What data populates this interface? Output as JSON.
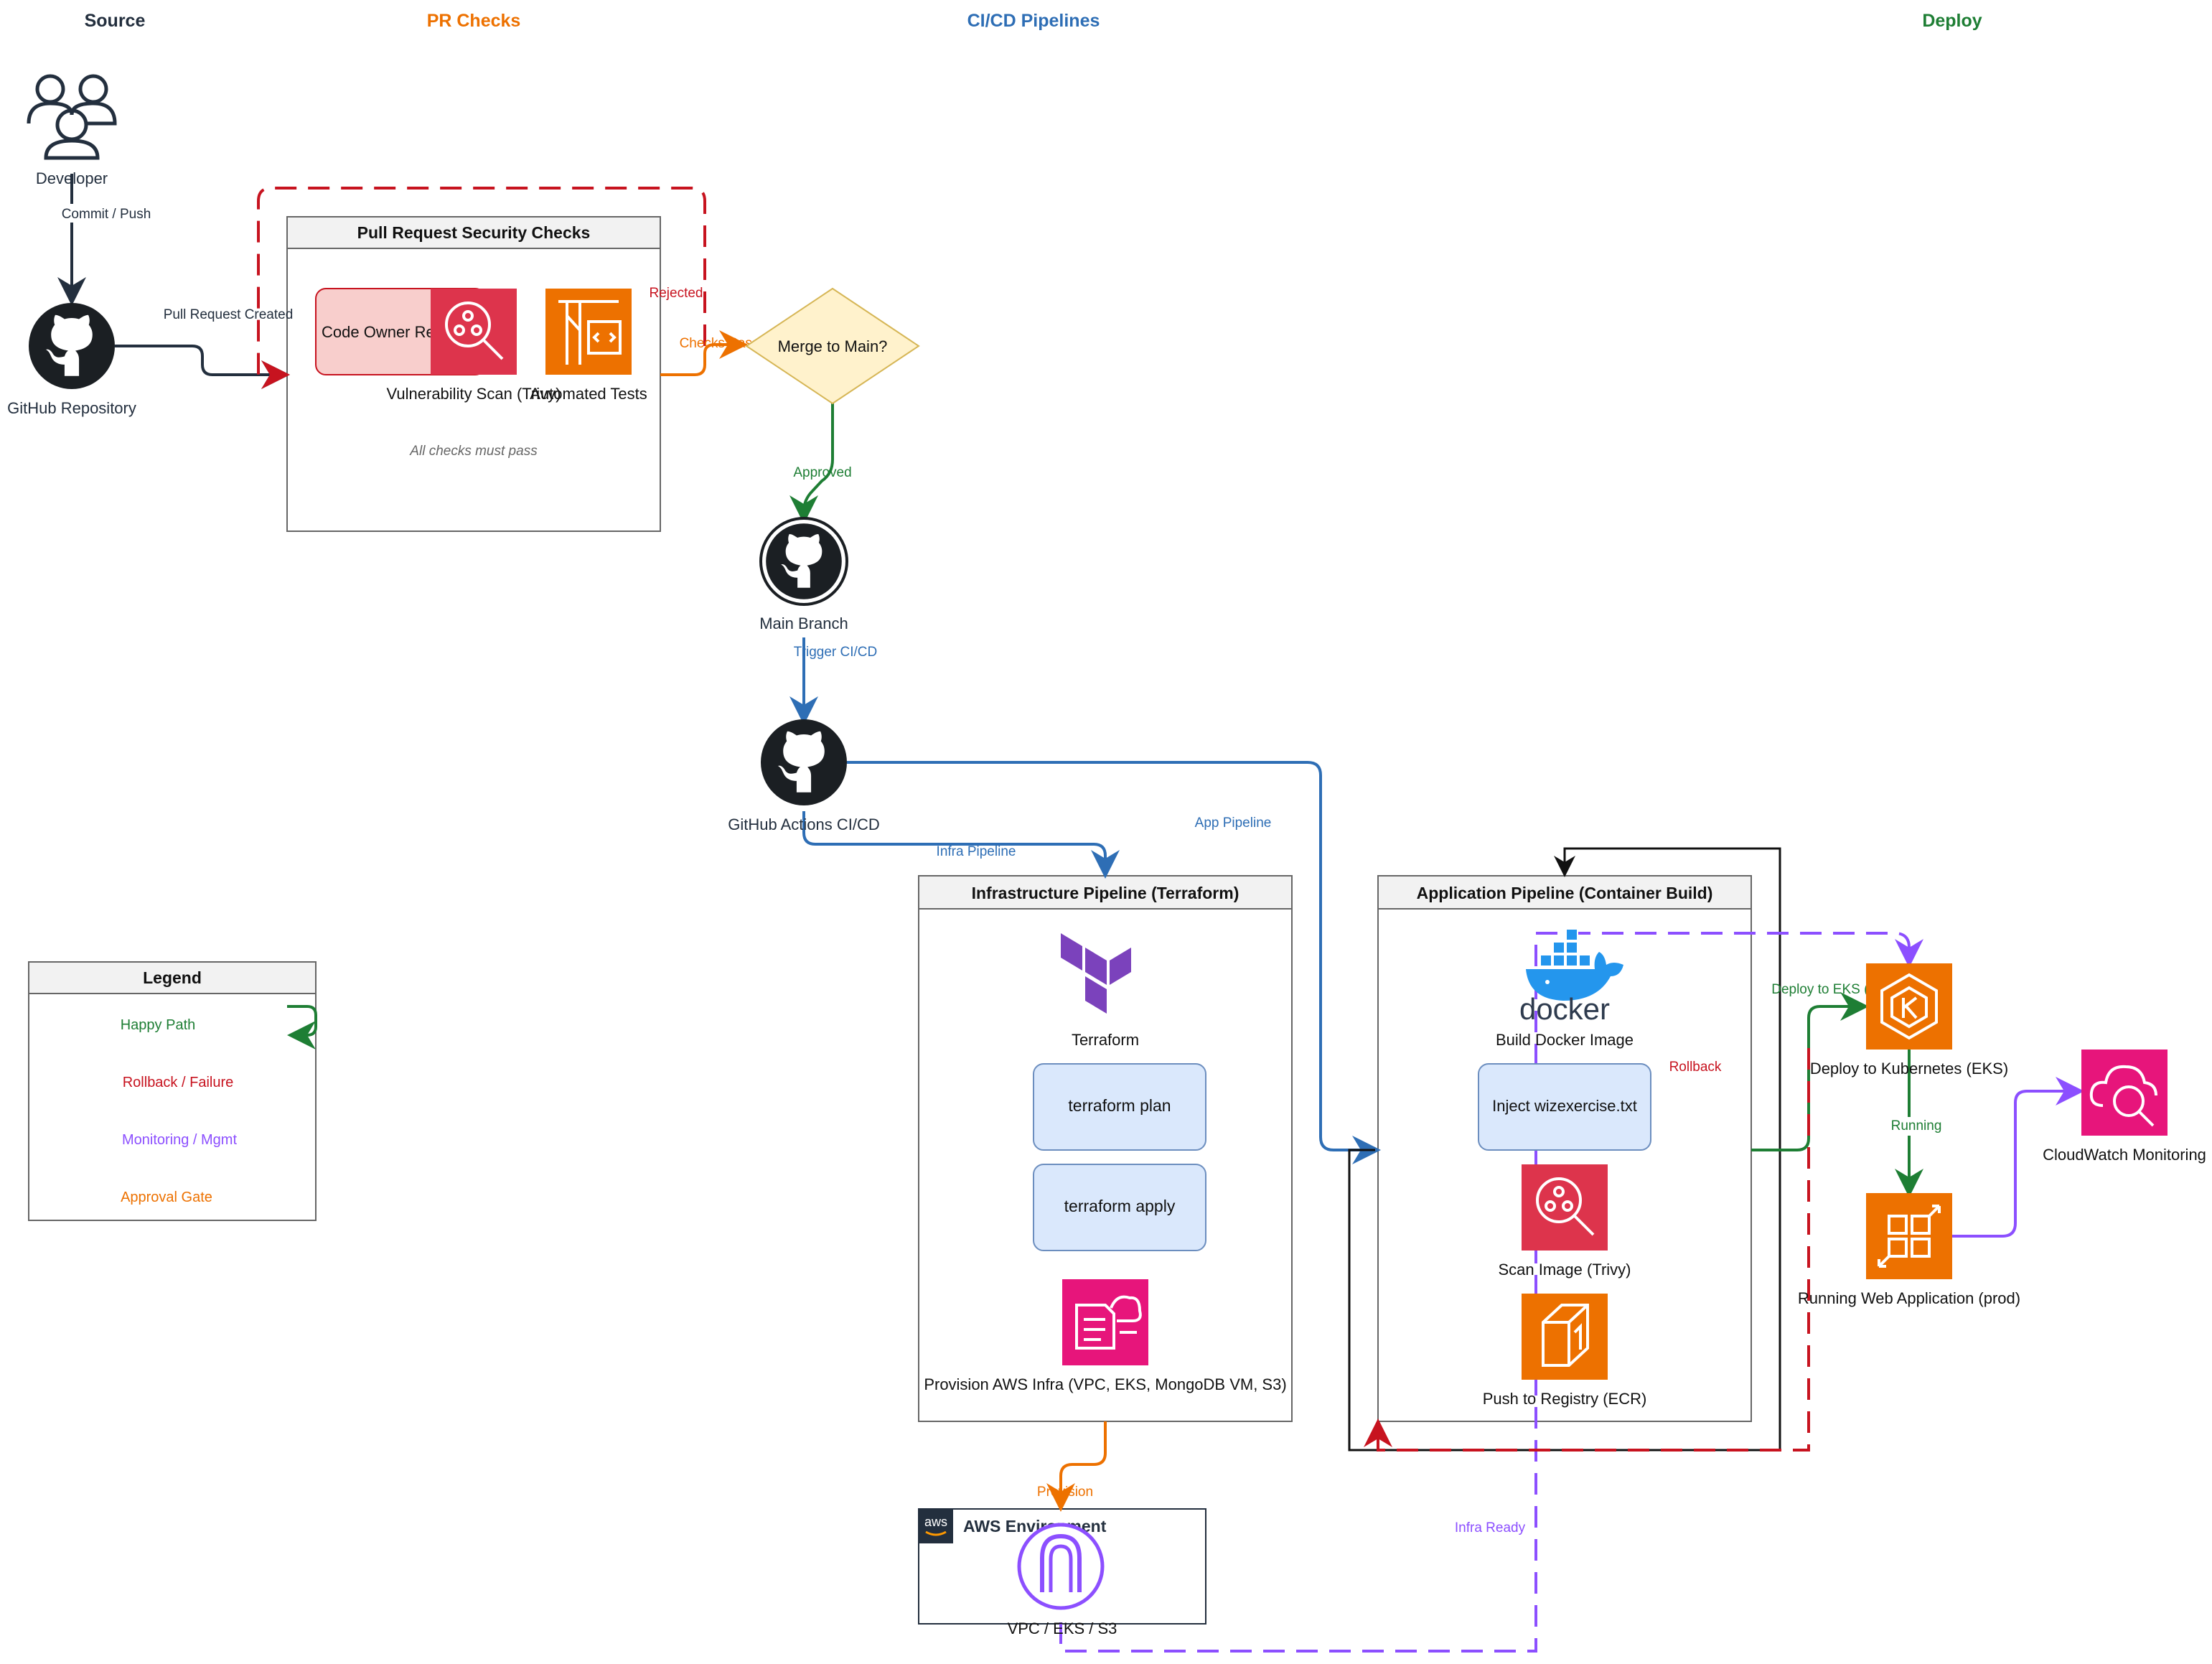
{
  "lanes": {
    "source": "Source",
    "pr_checks": "PR Checks",
    "cicd": "CI/CD Pipelines",
    "deploy": "Deploy"
  },
  "colors": {
    "navy": "#232F3E",
    "orange": "#ED7100",
    "blue": "#2E6EB5",
    "green": "#1E7E34",
    "red": "#C7131F",
    "purple": "#8C4FFF",
    "security_red": "#DD344C",
    "pink": "#E7157B",
    "terraform_purple": "#7B42BC",
    "docker_blue": "#2496ED",
    "step_fill": "#DAE8FC",
    "step_stroke": "#6C8EBF",
    "code_owner_fill": "#F8CECC",
    "decision_fill": "#FFF2CC",
    "decision_stroke": "#D6B656"
  },
  "nodes": {
    "developer": "Developer",
    "github_repo": "GitHub Repository",
    "pr_group_title": "Pull Request Security Checks",
    "code_owner": "Code Owner Review",
    "vuln_scan": "Vulnerability Scan (Trivy)",
    "auto_tests": "Automated Tests",
    "all_checks": "All checks must pass",
    "merge": "Merge to Main?",
    "main_branch": "Main Branch",
    "gha": "GitHub Actions CI/CD",
    "infra_group_title": "Infrastructure Pipeline (Terraform)",
    "terraform": "Terraform",
    "tf_plan": "terraform plan",
    "tf_apply": "terraform apply",
    "provision_infra": "Provision AWS Infra (VPC, EKS, MongoDB VM, S3)",
    "aws_env_title": "AWS Environment",
    "aws_badge": "aws",
    "vpc": "VPC / EKS / S3",
    "app_group_title": "Application Pipeline (Container Build)",
    "docker_word": "docker",
    "build_docker": "Build Docker Image",
    "inject": "Inject wizexercise.txt",
    "scan_image": "Scan Image (Trivy)",
    "push_registry": "Push to Registry (ECR)",
    "deploy_eks": "Deploy to Kubernetes (EKS)",
    "running_app": "Running Web Application (prod)",
    "cloudwatch": "CloudWatch Monitoring"
  },
  "edges": {
    "commit_push": "Commit / Push",
    "pr_created": "Pull Request Created",
    "rejected": "Rejected",
    "checks_pass": "Checks Pass",
    "approved": "Approved",
    "trigger": "Trigger CI/CD",
    "infra_pipeline": "Infra Pipeline",
    "app_pipeline": "App Pipeline",
    "provision": "Provision",
    "infra_ready": "Infra Ready",
    "deploy_to_eks": "Deploy to EKS (prod)",
    "rollback": "Rollback",
    "running": "Running"
  },
  "legend": {
    "title": "Legend",
    "happy": "Happy Path",
    "rollback": "Rollback / Failure",
    "monitoring": "Monitoring / Mgmt",
    "approval": "Approval Gate"
  }
}
